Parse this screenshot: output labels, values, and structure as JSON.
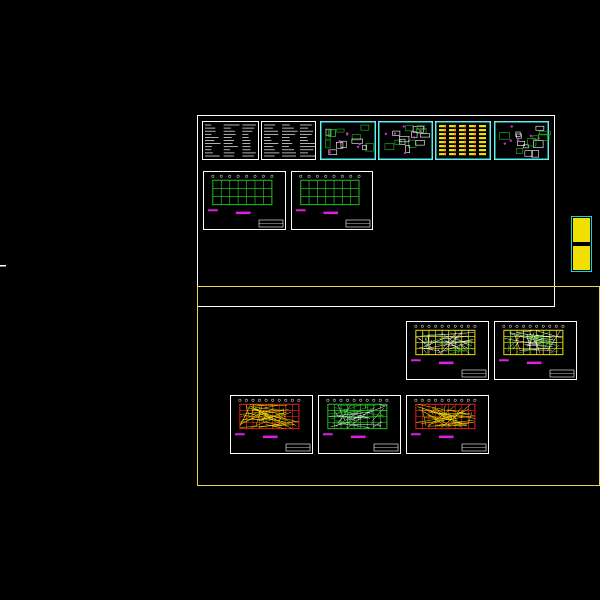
{
  "canvas": {
    "background": "#000000"
  },
  "colors": {
    "frame_white": "#ffffff",
    "frame_yellow": "#e8d44d",
    "cyan": "#19d3d3",
    "yellow": "#f0e000",
    "green": "#20c020",
    "magenta": "#e020e0",
    "red": "#e02020"
  },
  "groups": [
    {
      "name": "upper-drawing-set",
      "frame_color": "white"
    },
    {
      "name": "lower-drawing-set",
      "frame_color": "yellow"
    }
  ],
  "sheets": {
    "upper_row": [
      {
        "name": "sheet-notes-1",
        "style": "text"
      },
      {
        "name": "sheet-notes-2",
        "style": "text"
      },
      {
        "name": "sheet-details-1",
        "style": "cyan-details"
      },
      {
        "name": "sheet-details-2",
        "style": "cyan-details"
      },
      {
        "name": "sheet-table",
        "style": "yellow-table"
      },
      {
        "name": "sheet-details-3",
        "style": "cyan-details"
      }
    ],
    "upper_plans": [
      {
        "name": "sheet-plan-a",
        "style": "green-grid"
      },
      {
        "name": "sheet-plan-b",
        "style": "green-grid"
      }
    ],
    "lower_plans": [
      {
        "name": "sheet-plan-c",
        "style": "yellow-grid"
      },
      {
        "name": "sheet-plan-d",
        "style": "yellow-grid"
      },
      {
        "name": "sheet-plan-e",
        "style": "red-grid"
      },
      {
        "name": "sheet-plan-f",
        "style": "green-grid-dense"
      },
      {
        "name": "sheet-plan-g",
        "style": "red-grid"
      }
    ]
  },
  "side_legend": {
    "name": "yellow-legend-panel"
  }
}
